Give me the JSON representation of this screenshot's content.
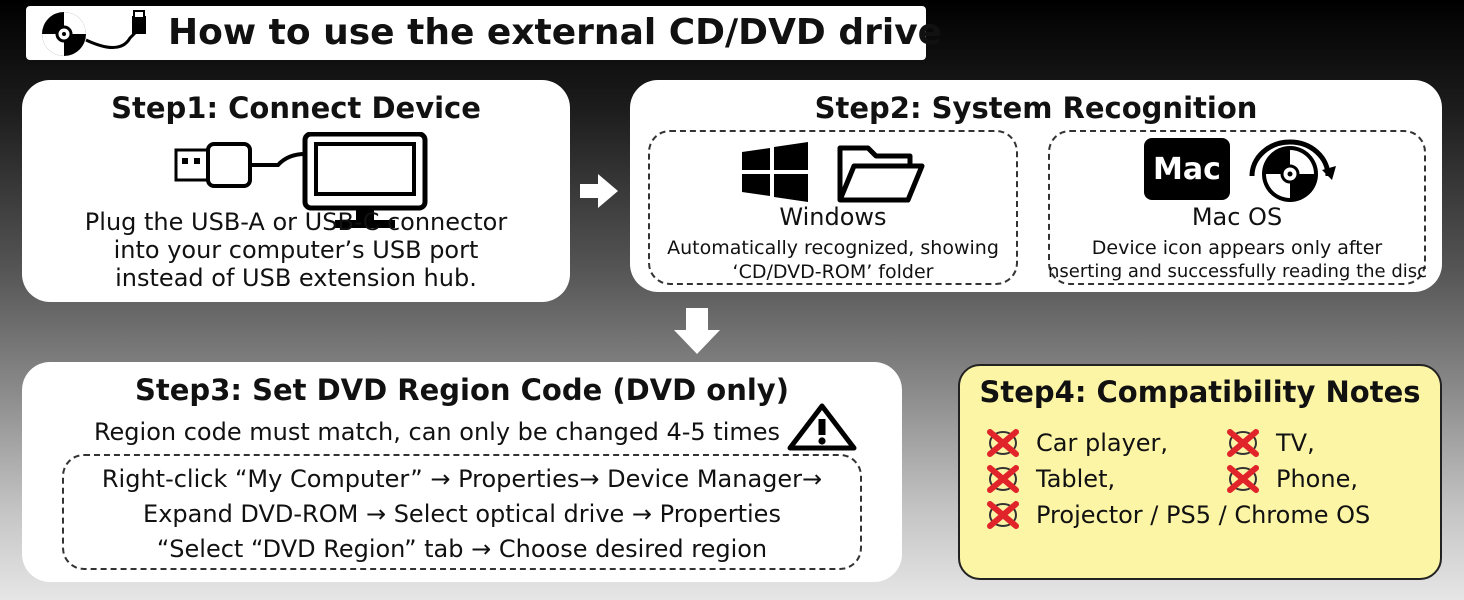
{
  "title": "How to use the external CD/DVD drive",
  "step1": {
    "heading": "Step1: Connect Device",
    "lines": [
      "Plug the USB-A or USB-C connector",
      "into your computer’s USB port",
      "instead of USB extension hub."
    ]
  },
  "step2": {
    "heading": "Step2: System Recognition",
    "windows": {
      "name": "Windows",
      "lines": [
        "Automatically recognized, showing",
        "‘CD/DVD-ROM’ folder"
      ]
    },
    "mac": {
      "badge": "Mac",
      "name": "Mac OS",
      "lines": [
        "Device icon appears only after",
        "nserting and successfully reading the disc"
      ]
    }
  },
  "step3": {
    "heading": "Step3: Set DVD Region Code (DVD only)",
    "warning": "Region code must match, can only be changed 4-5 times",
    "lines": [
      "Right-click “My Computer” → Properties→ Device Manager→",
      "Expand DVD-ROM → Select optical drive → Properties",
      "“Select “DVD Region” tab → Choose desired region"
    ]
  },
  "step4": {
    "heading": "Step4: Compatibility Notes",
    "items": [
      "Car player,",
      "TV,",
      "Tablet,",
      "Phone,",
      "Projector / PS5 / Chrome OS"
    ]
  },
  "colors": {
    "x_red": "#e0242a",
    "note_bg": "#fdf5a6"
  }
}
